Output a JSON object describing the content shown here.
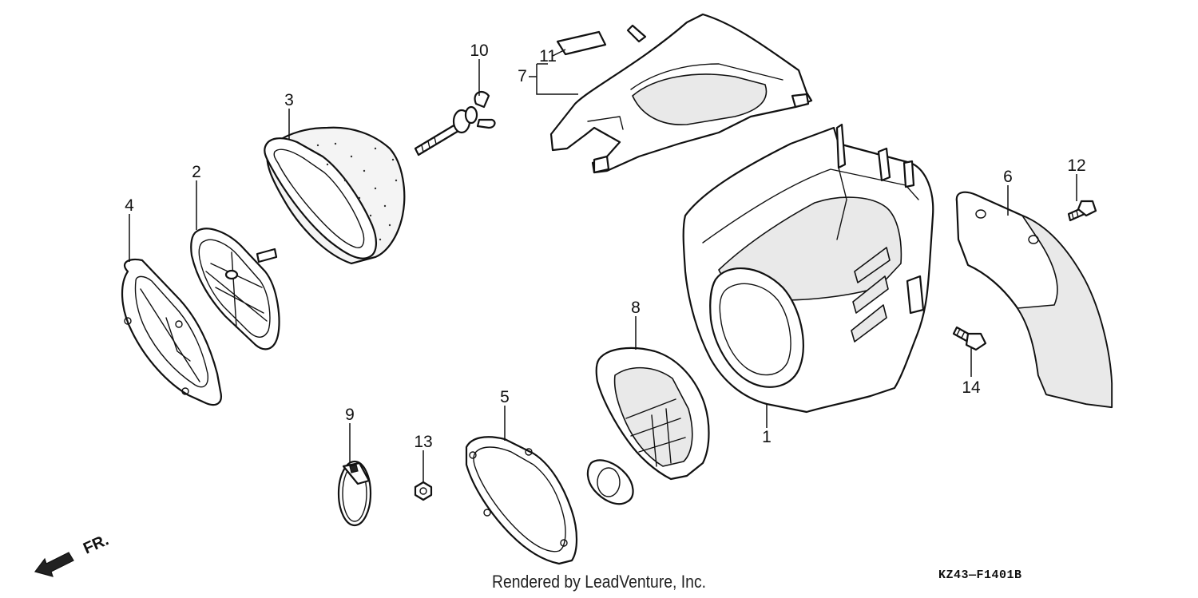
{
  "callouts": [
    {
      "id": "1",
      "label": "1"
    },
    {
      "id": "2",
      "label": "2"
    },
    {
      "id": "3",
      "label": "3"
    },
    {
      "id": "4",
      "label": "4"
    },
    {
      "id": "5",
      "label": "5"
    },
    {
      "id": "6",
      "label": "6"
    },
    {
      "id": "7",
      "label": "7"
    },
    {
      "id": "8",
      "label": "8"
    },
    {
      "id": "9",
      "label": "9"
    },
    {
      "id": "10",
      "label": "10"
    },
    {
      "id": "11",
      "label": "11"
    },
    {
      "id": "12",
      "label": "12"
    },
    {
      "id": "13",
      "label": "13"
    },
    {
      "id": "14",
      "label": "14"
    }
  ],
  "direction_label": "FR.",
  "footer": {
    "credit": "Rendered by LeadVenture, Inc.",
    "diagram_code": "KZ43—F1401B"
  }
}
